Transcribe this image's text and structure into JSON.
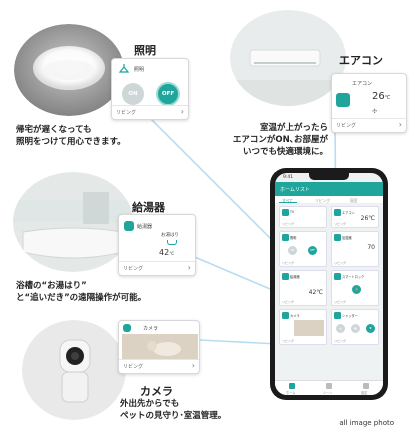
{
  "features": {
    "light": {
      "title": "照明",
      "card_label": "照明",
      "on_label": "ON",
      "off_label": "OFF",
      "room": "リビング",
      "desc_line1": "帰宅が遅くなっても",
      "desc_line2": "照明をつけて用心できます。"
    },
    "aircon": {
      "title": "エアコン",
      "card_label": "エアコン",
      "temp": "26",
      "temp_unit": "℃",
      "room": "リビング",
      "desc_line1": "室温が上がったら",
      "desc_line2": "エアコンがON､お部屋が",
      "desc_line3": "いつでも快適環境に。"
    },
    "water_heater": {
      "title": "給湯器",
      "card_label": "給湯器",
      "bath_label": "お湯はり",
      "temp": "42",
      "temp_unit": "℃",
      "room": "リビング",
      "desc_line1": "浴槽の“お湯はり”",
      "desc_line2": "と“追いだき”の遠隔操作が可能。"
    },
    "camera": {
      "title": "カメラ",
      "card_label": "カメラ",
      "room": "リビング",
      "desc_line1": "外出先からでも",
      "desc_line2": "ペットの見守り･室温管理。"
    }
  },
  "phone": {
    "time": "9:41",
    "header_title": "ホームリスト",
    "tabs": [
      "すべて",
      "リビング",
      "寝室"
    ],
    "tiles": [
      {
        "label": "TV",
        "room": "リビング",
        "value": ""
      },
      {
        "label": "エアコン",
        "room": "リビング",
        "value": "26℃"
      },
      {
        "label": "照明",
        "room": "リビング",
        "value": ""
      },
      {
        "label": "加湿器",
        "room": "リビング",
        "value": "70"
      },
      {
        "label": "給湯器",
        "room": "リビング",
        "value": "42℃"
      },
      {
        "label": "スマートロック",
        "room": "リビング",
        "value": ""
      },
      {
        "label": "カメラ",
        "room": "リビング",
        "value": ""
      },
      {
        "label": "シャッター",
        "room": "リビング",
        "value": ""
      }
    ],
    "nav": [
      "ホーム",
      "シーン",
      "設定"
    ]
  },
  "footnote": "all image photo",
  "colors": {
    "accent": "#1fa59b",
    "line": "#bfe0f2"
  }
}
